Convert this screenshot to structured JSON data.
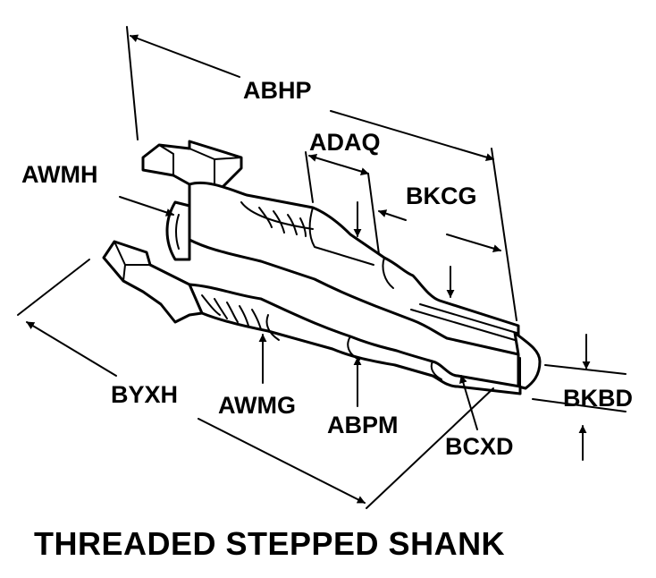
{
  "title": "THREADED STEPPED SHANK",
  "labels": {
    "abhp": "ABHP",
    "adaq": "ADAQ",
    "awmh": "AWMH",
    "bkcg": "BKCG",
    "byxh": "BYXH",
    "awmg": "AWMG",
    "abpm": "ABPM",
    "bcxd": "BCXD",
    "bkbd": "BKBD"
  },
  "colors": {
    "ink": "#000000",
    "paper": "#ffffff"
  }
}
